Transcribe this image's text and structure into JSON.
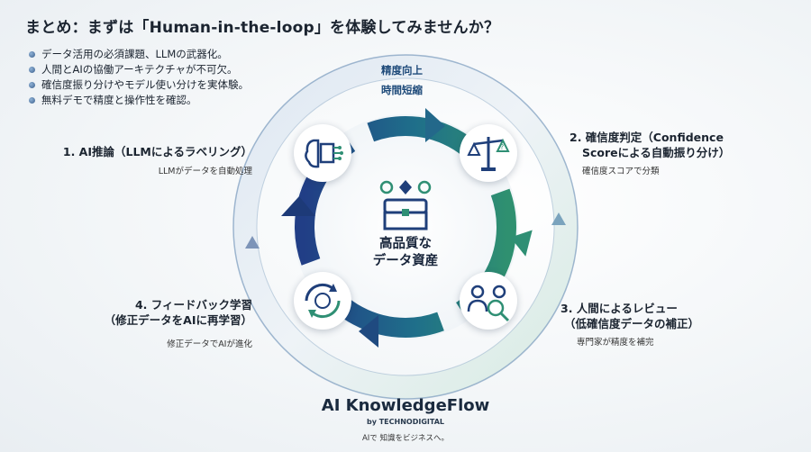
{
  "title": "まとめ：まずは「Human-in-the-loop」を体験してみませんか？",
  "bullets": [
    "データ活用の必須課題、LLMの武器化。",
    "人間とAIの協働アーキテクチャが不可欠。",
    "確信度振り分けやモデル使い分けを実体験。",
    "無料デモで精度と操作性を確認。"
  ],
  "outer_ring": {
    "label_top": "精度向上",
    "label_bottom": "時間短縮"
  },
  "center": {
    "line1": "高品質な",
    "line2": "データ資産",
    "icon": "treasure-chest-gear-icon"
  },
  "steps": [
    {
      "title": "1. AI推論（LLMによるラベリング）",
      "desc": "LLMがデータを自動処理",
      "icon": "ai-brain-chip-icon"
    },
    {
      "title_line1": "2. 確信度判定（Confidence",
      "title_line2": "Scoreによる自動振り分け）",
      "desc": "確信度スコアで分類",
      "icon": "balance-scale-icon"
    },
    {
      "title_line1": "3. 人間によるレビュー",
      "title_line2": "（低確信度データの補正）",
      "desc": "専門家が精度を補完",
      "icon": "people-review-magnifier-icon"
    },
    {
      "title_line1": "4. フィードバック学習",
      "title_line2": "（修正データをAIに再学習）",
      "desc": "修正データでAIが進化",
      "icon": "brain-cycle-icon"
    }
  ],
  "brand": {
    "name": "AI KnowledgeFlow",
    "by": "by TECHNODIGITAL",
    "tagline": "AIで 知識をビジネスへ。"
  },
  "colors": {
    "navy": "#1f3f7a",
    "teal": "#2f8f74",
    "ring_outer": "#6f8fb0"
  }
}
